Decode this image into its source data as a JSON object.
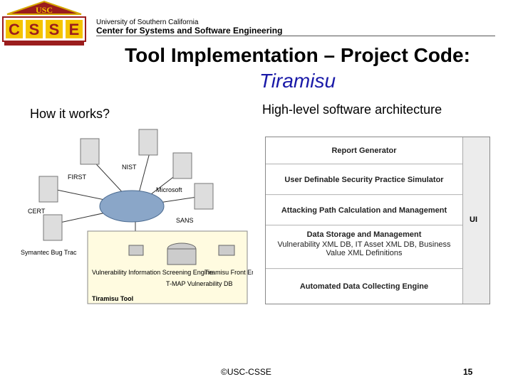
{
  "header": {
    "logo_top": "USC",
    "logo_letters": [
      "C",
      "S",
      "S",
      "E"
    ],
    "university": "University of Southern California",
    "center": "Center for Systems and Software Engineering"
  },
  "title": {
    "line1": "Tool Implementation – Project Code:",
    "line2": "Tiramisu"
  },
  "left_heading": "How it works?",
  "right_heading": "High-level software architecture",
  "network": {
    "nodes": [
      "NIST",
      "FIRST",
      "Microsoft",
      "CERT",
      "SANS",
      "Symantec Bug Trac"
    ],
    "tool_components": [
      "Vulnerability Information Screening Engine",
      "T-MAP Vulnerability DB",
      "Tiramisu Front End"
    ],
    "tool_label": "Tiramisu Tool"
  },
  "architecture": {
    "layers": [
      {
        "name": "Report Generator",
        "sub": ""
      },
      {
        "name": "User Definable Security Practice Simulator",
        "sub": ""
      },
      {
        "name": "Attacking Path Calculation and Management",
        "sub": ""
      },
      {
        "name": "Data Storage and Management",
        "sub": "Vulnerability XML DB, IT Asset XML DB, Business Value XML Definitions"
      },
      {
        "name": "Automated Data Collecting Engine",
        "sub": ""
      }
    ],
    "side": "UI"
  },
  "footer": {
    "copyright": "©USC-CSSE",
    "page": "15"
  }
}
